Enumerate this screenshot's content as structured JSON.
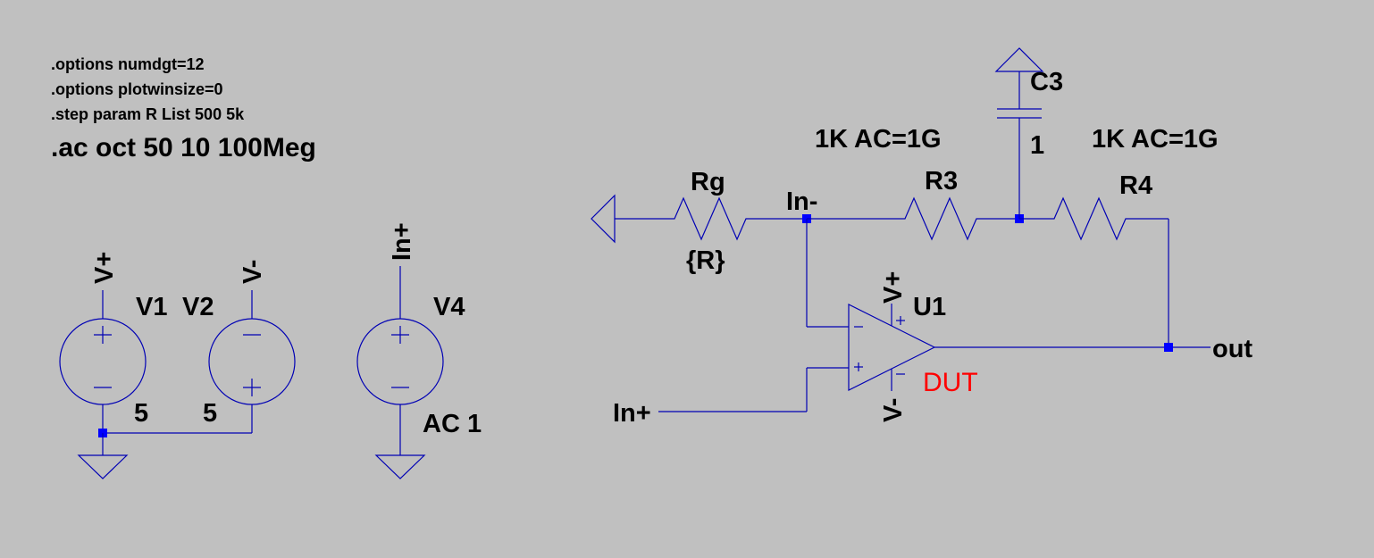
{
  "directives": {
    "line1": ".options numdgt=12",
    "line2": ".options plotwinsize=0",
    "line3": ".step param R List 500 5k",
    "line4": ".ac oct 50 10 100Meg"
  },
  "sources": {
    "v1": {
      "label": "V1",
      "value": "5",
      "net": "V+"
    },
    "v2": {
      "label": "V2",
      "value": "5",
      "net": "V-"
    },
    "v4": {
      "label": "V4",
      "value": "AC 1",
      "net": "In+"
    }
  },
  "components": {
    "rg": {
      "label": "Rg",
      "value": "{R}"
    },
    "r3": {
      "label": "R3",
      "value": "1K AC=1G"
    },
    "r4": {
      "label": "R4",
      "value": "1K AC=1G"
    },
    "c3": {
      "label": "C3",
      "value": "1"
    },
    "u1": {
      "label": "U1",
      "value": "DUT",
      "vpos": "V+",
      "vneg": "V-"
    }
  },
  "nets": {
    "in_minus": "In-",
    "in_plus": "In+",
    "out": "out"
  },
  "colors": {
    "wire": "#0000b4",
    "junction": "#0000ff",
    "background": "#c0c0c0",
    "model": "#ff0000"
  }
}
